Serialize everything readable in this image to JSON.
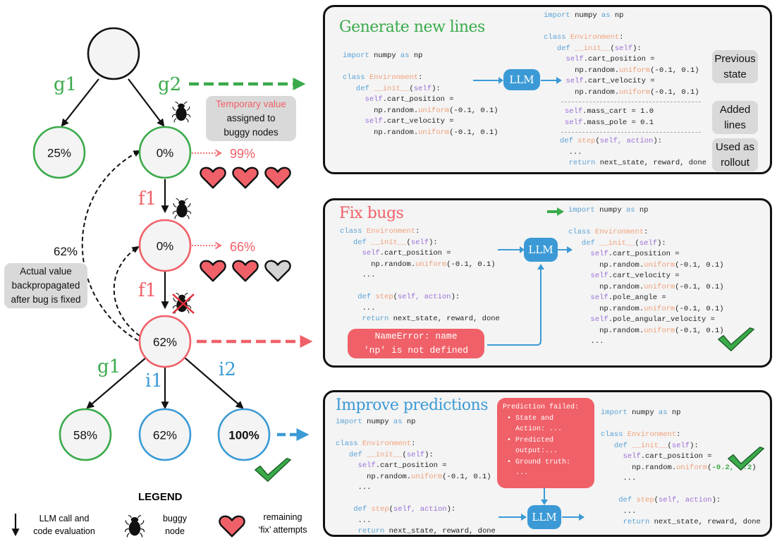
{
  "colors": {
    "generate": "#3aaa4a",
    "fix": "#f06068",
    "improve": "#3b9ad6",
    "root": "#111111",
    "panel_bg": "#f4f4f4",
    "heart_full": "#f06068",
    "heart_empty": "#d4d4d4"
  },
  "tree": {
    "nodes": [
      {
        "id": "root",
        "value": "",
        "type": "root"
      },
      {
        "id": "g1-a",
        "value": "25%",
        "type": "generate"
      },
      {
        "id": "g2-a",
        "value": "0%",
        "type": "generate",
        "buggy": true,
        "temp_value": "99%",
        "hearts": [
          true,
          true,
          true
        ]
      },
      {
        "id": "f1-a",
        "value": "0%",
        "type": "fix",
        "buggy": true,
        "temp_value": "66%",
        "hearts": [
          true,
          true,
          false
        ]
      },
      {
        "id": "f1-b",
        "value": "62%",
        "type": "fix",
        "bug_fixed": true
      },
      {
        "id": "g1-b",
        "value": "58%",
        "type": "generate"
      },
      {
        "id": "i1",
        "value": "62%",
        "type": "improve"
      },
      {
        "id": "i2",
        "value": "100%",
        "type": "improve",
        "best": true
      }
    ],
    "edge_labels": {
      "g1_top": "g1",
      "g2_top": "g2",
      "f1_a": "f1",
      "f1_b": "f1",
      "g1_bottom": "g1",
      "i1": "i1",
      "i2": "i2"
    },
    "backprop_value": "62%",
    "temp_note": {
      "line1": "Temporary value",
      "line2": "assigned to",
      "line3": "buggy nodes"
    },
    "backprop_note": {
      "line1": "Actual value",
      "line2": "backpropagated",
      "line3": "after bug is fixed"
    }
  },
  "legend": {
    "title": "LEGEND",
    "items": [
      {
        "icon": "down-arrow-icon",
        "line1": "LLM call and",
        "line2": "code evaluation"
      },
      {
        "icon": "bug-icon",
        "line1": "buggy",
        "line2": "node"
      },
      {
        "icon": "heart-icon",
        "line1": "remaining",
        "line2": "‘fix’ attempts"
      }
    ]
  },
  "panels": {
    "generate": {
      "title": "Generate new lines",
      "llm_label": "LLM",
      "tags": {
        "previous": [
          "Previous",
          "state"
        ],
        "added": [
          "Added",
          "lines"
        ],
        "rollout": [
          "Used as",
          "rollout"
        ]
      }
    },
    "fix": {
      "title": "Fix bugs",
      "llm_label": "LLM",
      "error": [
        "NameError: name",
        "'np' is not defined"
      ]
    },
    "improve": {
      "title": "Improve predictions",
      "llm_label": "LLM",
      "prediction_failed": "Prediction failed:\n • State and\n   Action: ...\n • Predicted\n   output:...\n • Ground truth:\n   ..."
    }
  }
}
